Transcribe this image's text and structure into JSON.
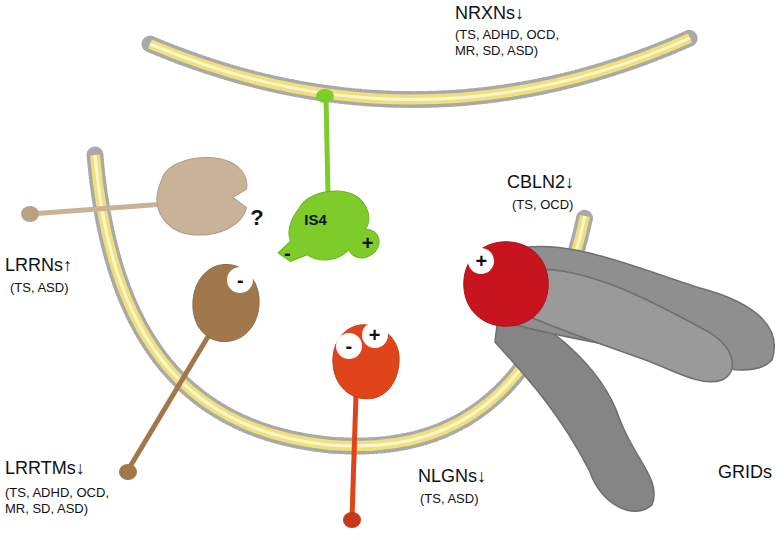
{
  "diagram": {
    "nodes": [
      {
        "text": [
          "IS4",
          "-",
          "+"
        ]
      },
      {
        "text": [
          "?"
        ]
      },
      {
        "text": [
          "+"
        ]
      },
      {
        "text": [
          "-"
        ]
      },
      {
        "text": [
          "-",
          "+"
        ]
      }
    ],
    "labels": [
      "NRXNs↓",
      "(TS, ADHD, OCD, MR, SD, ASD)",
      "CBLN2↓",
      "(TS, OCD)",
      "LRRNs↑",
      "(TS, ASD)",
      "LRRTMs↓",
      "(TS, ADHD, OCD, MR, SD, ASD)",
      "NLGNs↓",
      "(TS, ASD)",
      "GRIDs"
    ]
  }
}
